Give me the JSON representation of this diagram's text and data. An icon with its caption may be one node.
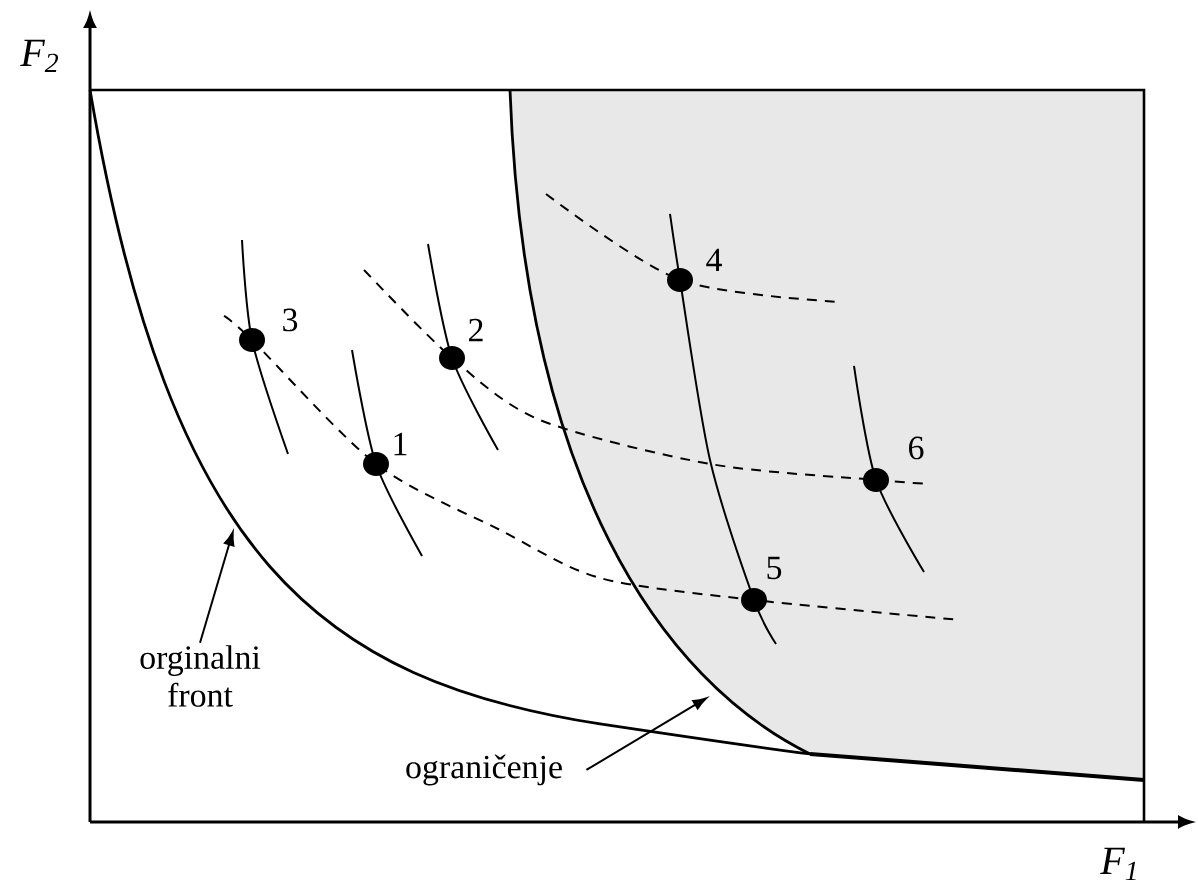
{
  "diagram": {
    "nodes": [
      {
        "text": [
          "orginalni front"
        ]
      },
      {
        "text": [
          "ograničenje"
        ]
      }
    ],
    "edges": [
      {
        "from": 0,
        "to": null,
        "arrow": "to"
      },
      {
        "from": 1,
        "to": null,
        "arrow": "to"
      }
    ],
    "labels": [
      "F$_{2}$",
      "3",
      "2",
      "1",
      "4",
      "6",
      "5",
      "F$_{1}$"
    ]
  }
}
